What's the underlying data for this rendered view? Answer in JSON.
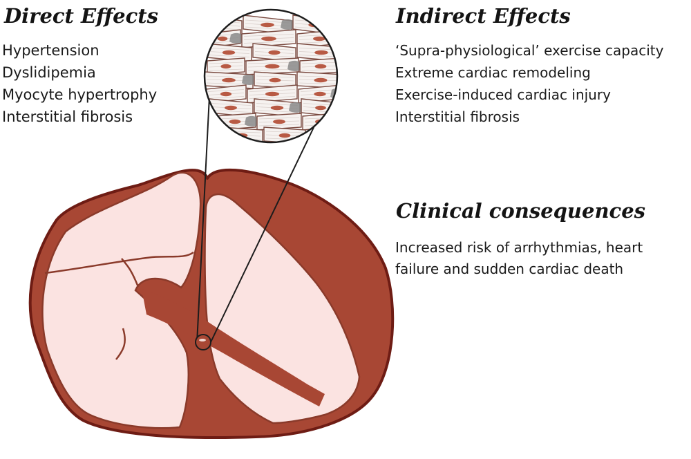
{
  "direct_effects": {
    "title": "Direct Effects",
    "items": [
      "Hypertension",
      "Dyslidipemia",
      "Myocyte hypertrophy",
      "Interstitial fibrosis"
    ]
  },
  "indirect_effects": {
    "title": "Indirect Effects",
    "items": [
      "‘Supra-physiological’ exercise capacity",
      "Extreme cardiac remodeling",
      "Exercise-induced cardiac injury",
      "Interstitial fibrosis"
    ]
  },
  "clinical_consequences": {
    "title": "Clinical consequences",
    "lines": [
      "Increased risk of arrhythmias, heart",
      "failure and sudden cardiac death"
    ]
  },
  "colors": {
    "muscle": "#a84734",
    "outline": "#6e1c14",
    "chamber": "#fbe3e1",
    "cell_fill": "#f6f2f0",
    "cell_outline": "#7a4a40",
    "fibrosis": "#8a8a8a",
    "nucleus": "#b85a44"
  },
  "icons": {
    "heart": "heart-cross-section-icon",
    "zoom_circle": "myocardium-tissue-icon"
  }
}
